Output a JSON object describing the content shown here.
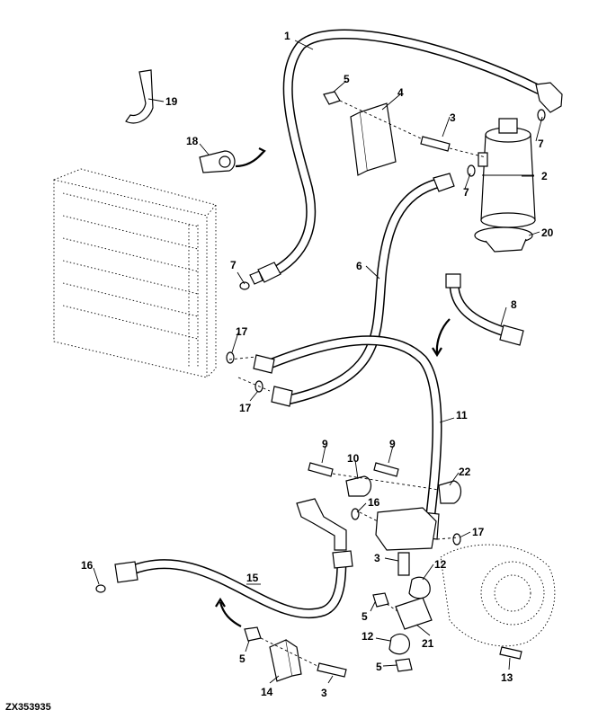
{
  "figure_id": "ZX353935",
  "callouts": [
    {
      "label": "1"
    },
    {
      "label": "2"
    },
    {
      "label": "3"
    },
    {
      "label": "4"
    },
    {
      "label": "5"
    },
    {
      "label": "7"
    },
    {
      "label": "19"
    },
    {
      "label": "18"
    },
    {
      "label": "7"
    },
    {
      "label": "20"
    },
    {
      "label": "6"
    },
    {
      "label": "7"
    },
    {
      "label": "8"
    },
    {
      "label": "17"
    },
    {
      "label": "17"
    },
    {
      "label": "11"
    },
    {
      "label": "9"
    },
    {
      "label": "9"
    },
    {
      "label": "10"
    },
    {
      "label": "22"
    },
    {
      "label": "16"
    },
    {
      "label": "17"
    },
    {
      "label": "3"
    },
    {
      "label": "12"
    },
    {
      "label": "16"
    },
    {
      "label": "15"
    },
    {
      "label": "5"
    },
    {
      "label": "21"
    },
    {
      "label": "12"
    },
    {
      "label": "5"
    },
    {
      "label": "5"
    },
    {
      "label": "14"
    },
    {
      "label": "3"
    },
    {
      "label": "13"
    }
  ]
}
